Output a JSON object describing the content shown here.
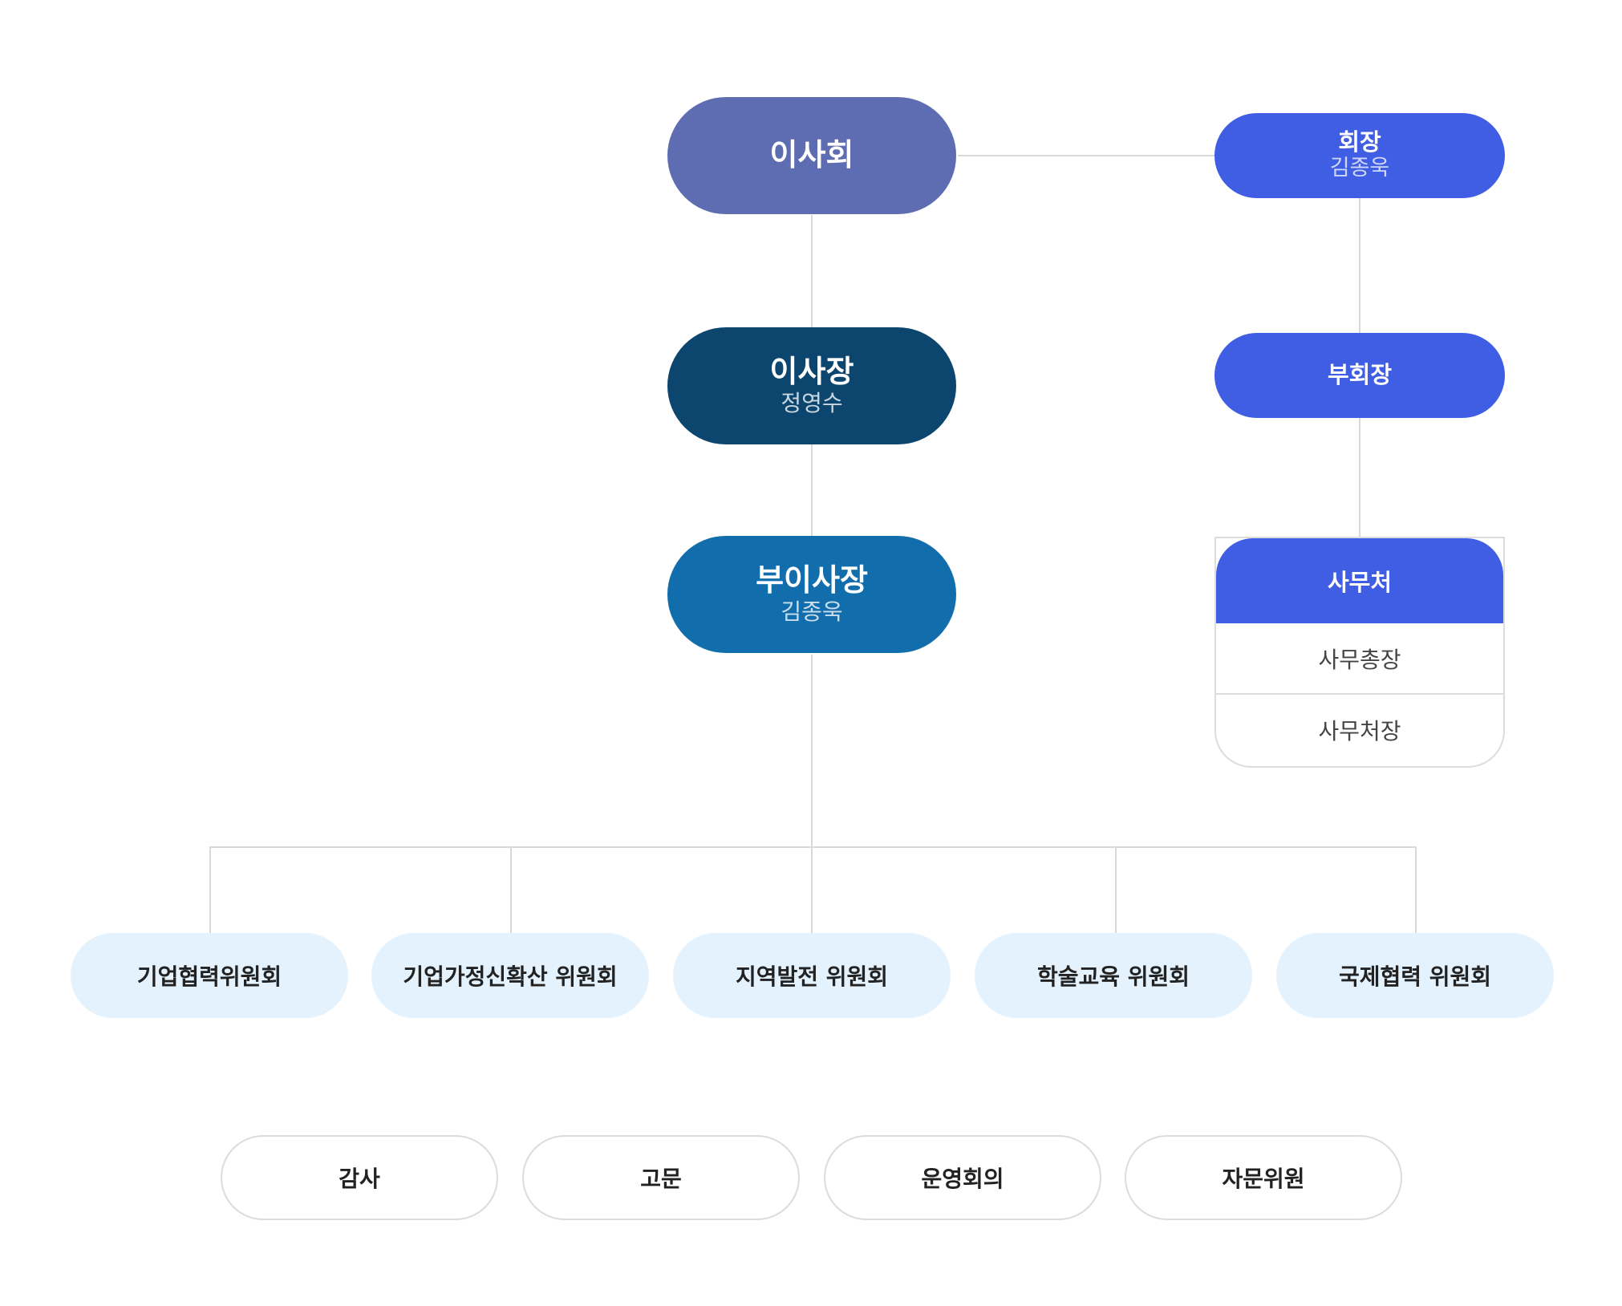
{
  "colors": {
    "board": "#5e6db1",
    "chairman": "#0c466f",
    "vice_chairman": "#116dab",
    "side_accent": "#405ee3",
    "committee_fill": "#e3f2fc",
    "line": "#d9d9d9"
  },
  "board": {
    "title": "이사회"
  },
  "chairman": {
    "title": "이사장",
    "name": "정영수"
  },
  "vice_chairman": {
    "title": "부이사장",
    "name": "김종욱"
  },
  "president": {
    "title": "회장",
    "name": "김종욱"
  },
  "vice_president": {
    "title": "부회장"
  },
  "secretariat": {
    "title": "사무처",
    "rows": [
      "사무총장",
      "사무처장"
    ]
  },
  "committees": [
    "기업협력위원회",
    "기업가정신확산 위원회",
    "지역발전 위원회",
    "학술교육 위원회",
    "국제협력 위원회"
  ],
  "misc": [
    "감사",
    "고문",
    "운영회의",
    "자문위원"
  ]
}
